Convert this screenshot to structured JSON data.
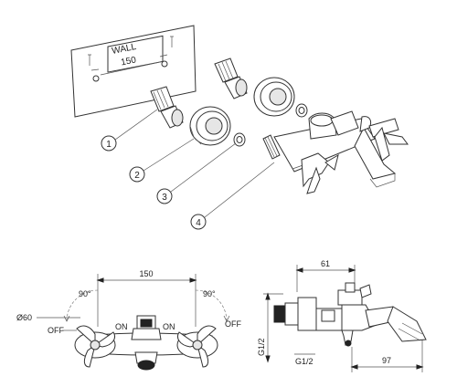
{
  "wall_panel": {
    "label": "WALL",
    "distance": "150"
  },
  "callouts": [
    "1",
    "2",
    "3",
    "4"
  ],
  "front_view": {
    "width_dim": "150",
    "diameter": "Ø60",
    "angle_left": "90°",
    "angle_right": "90°",
    "left_off": "OFF",
    "left_on": "ON",
    "right_on": "ON",
    "right_off": "OFF"
  },
  "side_view": {
    "top_dim": "61",
    "vertical_thread": "G1/2",
    "bottom_thread": "G1/2",
    "length_dim": "97"
  }
}
